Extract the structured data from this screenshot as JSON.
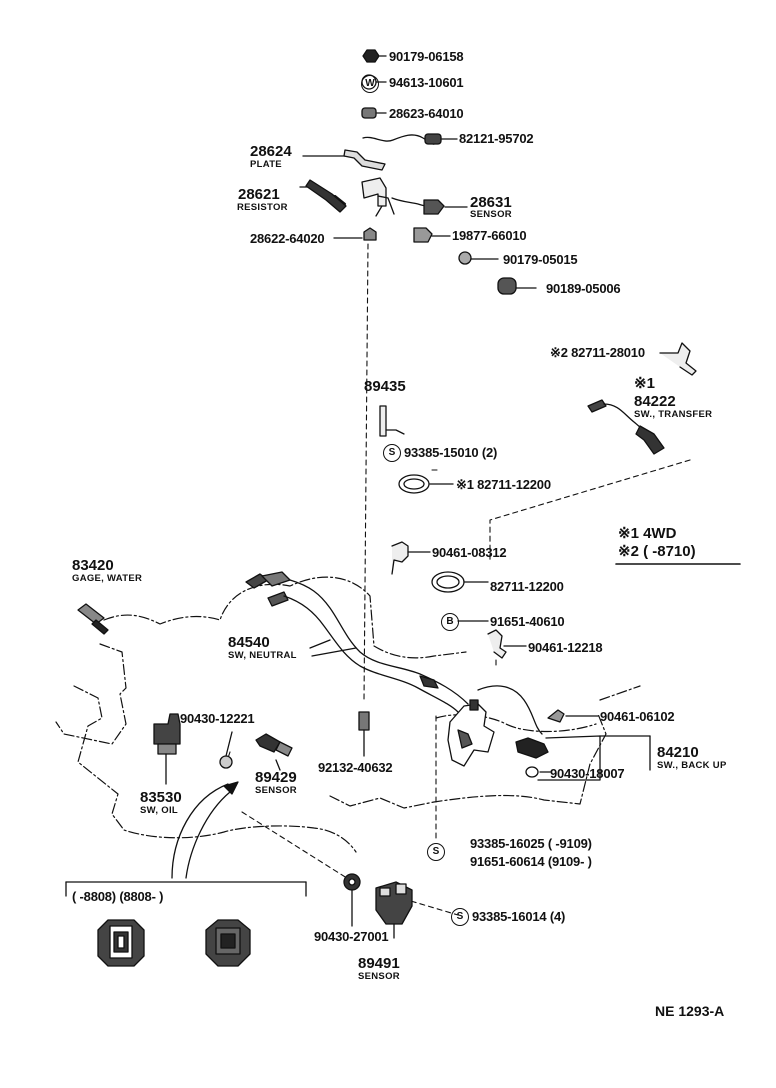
{
  "labels": {
    "p90179_06158": "90179-06158",
    "p94613_10601": "94613-10601",
    "p28623_64010": "28623-64010",
    "p82121_95702": "82121-95702",
    "p28624": "28624",
    "plate": "PLATE",
    "p28621": "28621",
    "resistor": "RESISTOR",
    "p28631": "28631",
    "sensor_28631": "SENSOR",
    "p28622_64020": "28622-64020",
    "p19877_66010": "19877-66010",
    "p90179_05015": "90179-05015",
    "p90189_05006": "90189-05006",
    "p82711_28010": "※2 82711-28010",
    "note_x1": "※1",
    "p84222": "84222",
    "sw_transfer": "SW., TRANSFER",
    "p89435": "89435",
    "p93385_15010": "93385-15010 (2)",
    "p82711_12200_x1": "※1 82711-12200",
    "legend_1": "※1 4WD",
    "legend_2": "※2 (      -8710)",
    "p90461_08312": "90461-08312",
    "p82711_12200": "82711-12200",
    "p91651_40610": "91651-40610",
    "p90461_12218": "90461-12218",
    "p83420": "83420",
    "gage_water": "GAGE, WATER",
    "p84540": "84540",
    "sw_neutral": "SW, NEUTRAL",
    "p90461_06102": "90461-06102",
    "p90430_12221": "90430-12221",
    "p84210": "84210",
    "sw_back_up": "SW., BACK UP",
    "p90430_18007": "90430-18007",
    "p92132_40632": "92132-40632",
    "p89429": "89429",
    "sensor_89429": "SENSOR",
    "p83530": "83530",
    "sw_oil": "SW, OIL",
    "p93385_16025": "93385-16025 (      -9109)",
    "p91651_60614": "91651-60614 (9109-        )",
    "date_box": "(      -8808)   (8808-          )",
    "p93385_16014": "93385-16014 (4)",
    "p90430_27001": "90430-27001",
    "p89491": "89491",
    "sensor_89491": "SENSOR",
    "ref": "NE  1293-A"
  },
  "symbols": {
    "w": "W",
    "s": "S",
    "b": "B"
  }
}
